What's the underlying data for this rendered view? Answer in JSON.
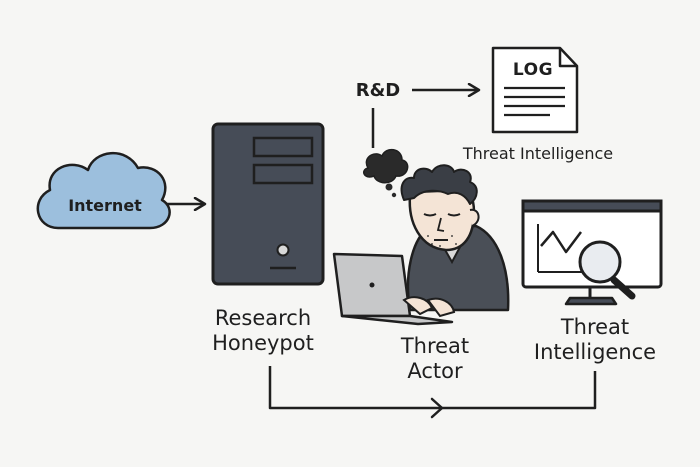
{
  "nodes": {
    "internet": {
      "label": "Internet"
    },
    "honeypot": {
      "line1": "Research",
      "line2": "Honeypot"
    },
    "actor": {
      "line1": "Threat",
      "line2": "Actor"
    },
    "rd": {
      "label": "R&D"
    },
    "log": {
      "label": "LOG",
      "caption": "Threat Intelligence"
    },
    "monitor": {
      "line1": "Threat",
      "line2": "Intelligence"
    }
  },
  "colors": {
    "background": "#f6f6f4",
    "stroke": "#1f1f1f",
    "cloud_fill": "#9cbfdd",
    "tower_fill": "#464c57",
    "laptop_fill": "#c7c8c9",
    "jacket_fill": "#4a4f57",
    "skin_fill": "#f4e4d6"
  },
  "icons": [
    "cloud-icon",
    "server-tower-icon",
    "log-document-icon",
    "thought-bubble-icon",
    "laptop-icon",
    "monitor-chart-icon",
    "magnifier-icon"
  ]
}
